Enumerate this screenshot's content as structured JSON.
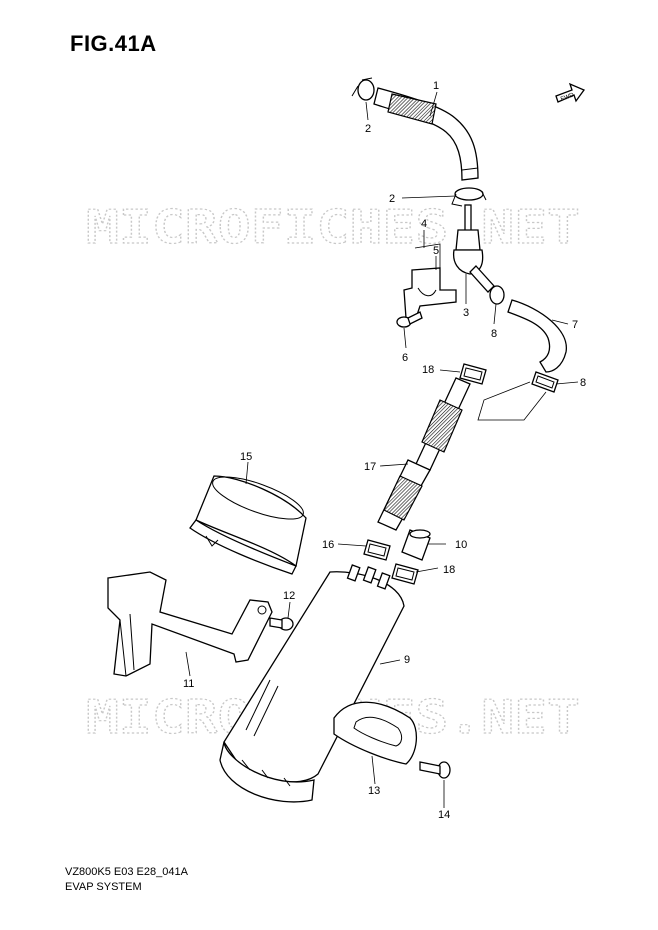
{
  "figure_title": "FIG.41A",
  "model_code": "VZ800K5 E03 E28_041A",
  "system_name": "EVAP SYSTEM",
  "fwd_label": "FWD",
  "watermark": "MICROFICHES.NET",
  "callouts": [
    "1",
    "2",
    "2",
    "4",
    "5",
    "3",
    "8",
    "7",
    "6",
    "18",
    "8",
    "17",
    "15",
    "16",
    "10",
    "18",
    "12",
    "9",
    "11",
    "13",
    "14"
  ]
}
